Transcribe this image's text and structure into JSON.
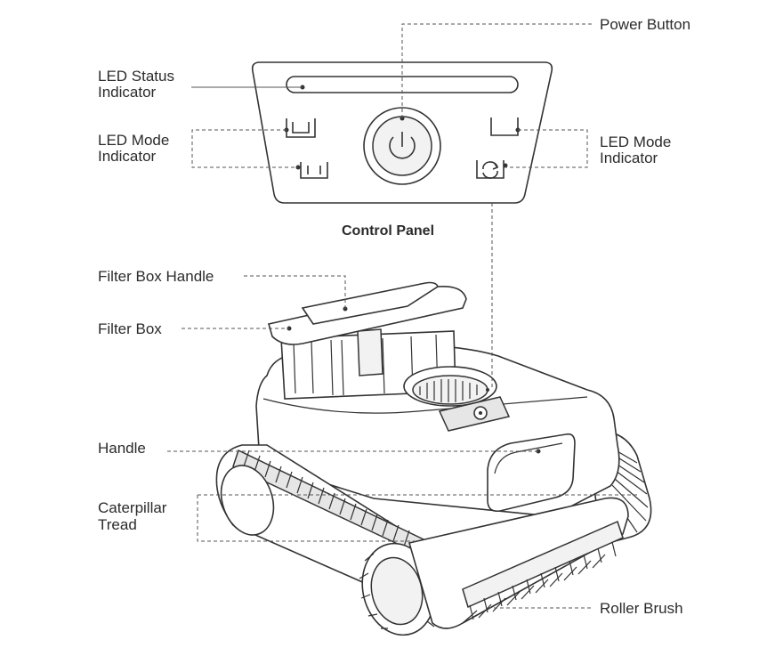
{
  "labels": {
    "power_button": "Power Button",
    "led_status_1": "LED Status",
    "led_status_2": "Indicator",
    "led_mode_left_1": "LED Mode",
    "led_mode_left_2": "Indicator",
    "led_mode_right_1": "LED Mode",
    "led_mode_right_2": "Indicator",
    "control_panel": "Control Panel",
    "filter_box_handle": "Filter Box Handle",
    "filter_box": "Filter Box",
    "handle": "Handle",
    "caterpillar_1": "Caterpillar",
    "caterpillar_2": "Tread",
    "roller_brush": "Roller Brush"
  }
}
